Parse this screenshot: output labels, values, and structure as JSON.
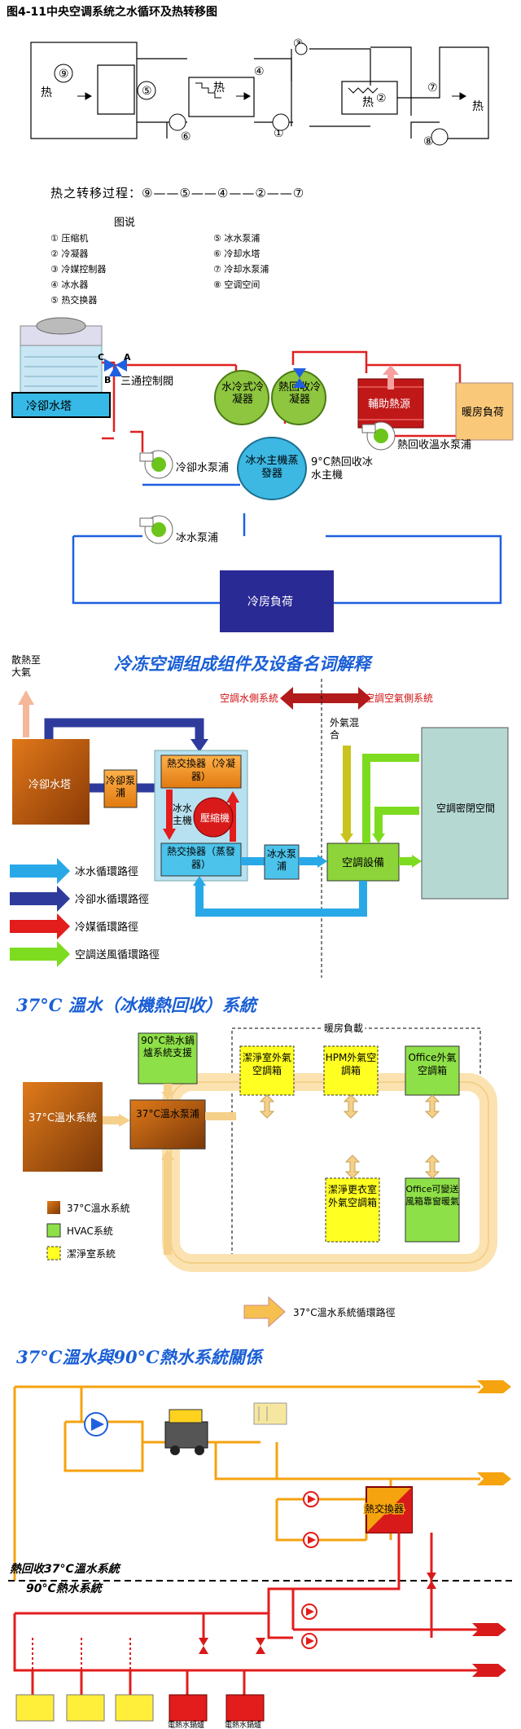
{
  "fig1": {
    "title": "图4-11中央空调系统之水循环及热转移图",
    "labels": {
      "heat_left": "热",
      "heat_mid": "热",
      "heat_right": "热",
      "heat_far": "热"
    },
    "nums": [
      "①",
      "②",
      "③",
      "④",
      "⑤",
      "⑥",
      "⑦",
      "⑧",
      "⑨"
    ],
    "process": "热之转移过程：⑨——⑤——④——②——⑦",
    "legend_title": "图说",
    "legend": [
      "① 压缩机",
      "⑤ 冰水泵浦",
      "② 冷凝器",
      "⑥ 冷却水塔",
      "③ 冷媒控制器",
      "⑦ 冷却水泵浦",
      "④ 冰水器",
      "⑧ 空调空间",
      "⑤ 热交换器"
    ]
  },
  "fig2": {
    "cooling_tower": "冷卻水塔",
    "valve_c": "C",
    "valve_a": "A",
    "valve_b": "B",
    "three_way": "三通控制閥",
    "water_condenser": "水冷式冷凝器",
    "heat_recovery_condenser": "熱回收冷凝器",
    "aux_heat": "輔助熱源",
    "heating_load": "暖房負荷",
    "cw_pump": "冷卻水泵浦",
    "hr_pump": "熱回收溫水泵浦",
    "chiller": "冰水主機蒸發器",
    "hr_chiller": "9°C熱回收冰水主機",
    "chw_pump": "冰水泵浦",
    "cooling_load": "冷房負荷"
  },
  "fig3": {
    "title": "冷冻空调组成组件及设备名词解释",
    "exhaust": "散熱至大氣",
    "water_side": "空調水側系統",
    "air_side": "空調空氣側系統",
    "outdoor_mix": "外氣混合",
    "cooling_tower": "冷卻水塔",
    "cw_pump": "冷卻泵浦",
    "hx_cond": "熱交換器（冷凝器）",
    "chiller_main": "冰水主機",
    "compressor": "壓縮機",
    "hx_evap": "熱交換器（蒸發器）",
    "chw_pump": "冰水泵浦",
    "ahu": "空調設備",
    "space": "空調密閉空間",
    "legend": [
      "冰水循環路徑",
      "冷卻水循環路徑",
      "冷媒循環路徑",
      "空調送風循環路徑"
    ],
    "colors": {
      "chw": "#29a8e8",
      "cw": "#2e3b9c",
      "ref": "#e31c1c",
      "air": "#7ddc1f"
    }
  },
  "fig4": {
    "title": "37°C 溫水（冰機熱回收）系統",
    "heating_group": "暖房負載",
    "boiler_support": "90°C熱水鍋爐系統支援",
    "main": "37°C溫水系統",
    "pump": "37°C溫水泵浦",
    "boxes": [
      "潔淨室外氣空調箱",
      "HPM外氣空調箱",
      "Office外氣空調箱",
      "潔淨更衣室外氣空調箱",
      "Office可變送風箱靠窗暖氣"
    ],
    "legend": [
      "37°C溫水系統",
      "HVAC系統",
      "潔淨室系統"
    ],
    "path_label": "37°C溫水系統循環路徑"
  },
  "fig5": {
    "title": "37°C溫水與90°C熱水系統關係",
    "hx": "熱交換器",
    "warm_label": "熱回收37°C溫水系統",
    "hot_label": "90°C熱水系統",
    "boiler_a": "電熱水鍋爐",
    "boiler_b": "電熱水鍋爐"
  }
}
